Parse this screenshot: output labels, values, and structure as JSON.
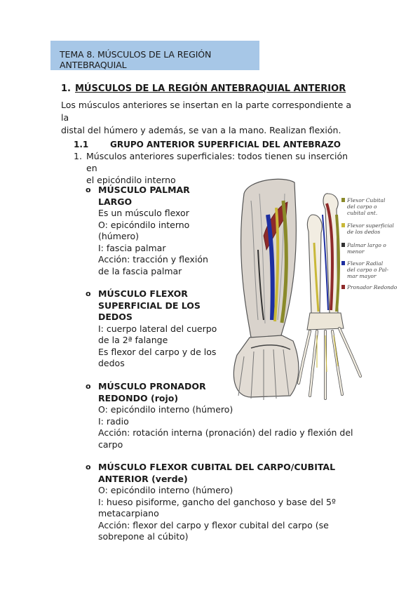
{
  "banner": {
    "text": "TEMA 8. MÚSCULOS DE LA REGIÓN ANTEBRAQUIAL"
  },
  "section1": {
    "number": "1.",
    "title": "MÚSCULOS DE LA REGIÓN ANTEBRAQUIAL ANTERIOR",
    "intro_lines": [
      "Los músculos anteriores se insertan en la parte correspondiente a la",
      "distal del húmero y además, se van a la mano. Realizan flexión."
    ]
  },
  "subsection": {
    "number": "1.1",
    "title": "GRUPO ANTERIOR SUPERFICIAL DEL ANTEBRAZO"
  },
  "list_item": {
    "number": "1.",
    "lines": [
      "Músculos anteriores superficiales: todos tienen su inserción en",
      "el epicóndilo interno"
    ]
  },
  "muscles": [
    {
      "bullet": "o",
      "title_lines": [
        "MÚSCULO PALMAR",
        "LARGO"
      ],
      "lines": [
        "Es un músculo flexor",
        "O: epicóndilo interno",
        "(húmero)",
        "I: fascia palmar",
        "Acción: tracción y flexión",
        "de la fascia palmar"
      ]
    },
    {
      "bullet": "o",
      "title_lines": [
        "MÚSCULO FLEXOR",
        "SUPERFICIAL DE LOS",
        "DEDOS"
      ],
      "lines": [
        "I: cuerpo lateral del cuerpo",
        "de la 2ª falange",
        "Es flexor del carpo y de los",
        "dedos"
      ]
    },
    {
      "bullet": "o",
      "title_lines": [
        "MÚSCULO PRONADOR",
        "REDONDO (rojo)"
      ],
      "lines": [
        "O: epicóndilo interno (húmero)",
        "I: radio",
        "Acción: rotación interna (pronación) del radio y flexión del",
        "carpo"
      ]
    },
    {
      "bullet": "o",
      "title_lines": [
        "MÚSCULO FLEXOR CUBITAL DEL CARPO/CUBITAL",
        "ANTERIOR (verde)"
      ],
      "lines": [
        "O: epicóndilo interno (húmero)",
        "I:  hueso pisiforme, gancho del ganchoso y base del 5º",
        "metacarpiano",
        "Acción: flexor del carpo y flexor cubital del carpo (se",
        "sobrepone al cúbito)"
      ]
    }
  ],
  "figure": {
    "legend": [
      {
        "color": "#8a8a2a",
        "label_lines": [
          "Flexor Cubital",
          "del carpo o",
          "cubital ant."
        ]
      },
      {
        "color": "#c9b838",
        "label_lines": [
          "Flexor superficial",
          "de los dedos"
        ]
      },
      {
        "color": "#333333",
        "label_lines": [
          "Palmar largo o",
          "menor"
        ]
      },
      {
        "color": "#1e2fa0",
        "label_lines": [
          "Flexor Radial",
          "del carpo o Pal-",
          "mar mayor"
        ]
      },
      {
        "color": "#8e2a2a",
        "label_lines": [
          "Pronador Redondo"
        ]
      }
    ]
  }
}
